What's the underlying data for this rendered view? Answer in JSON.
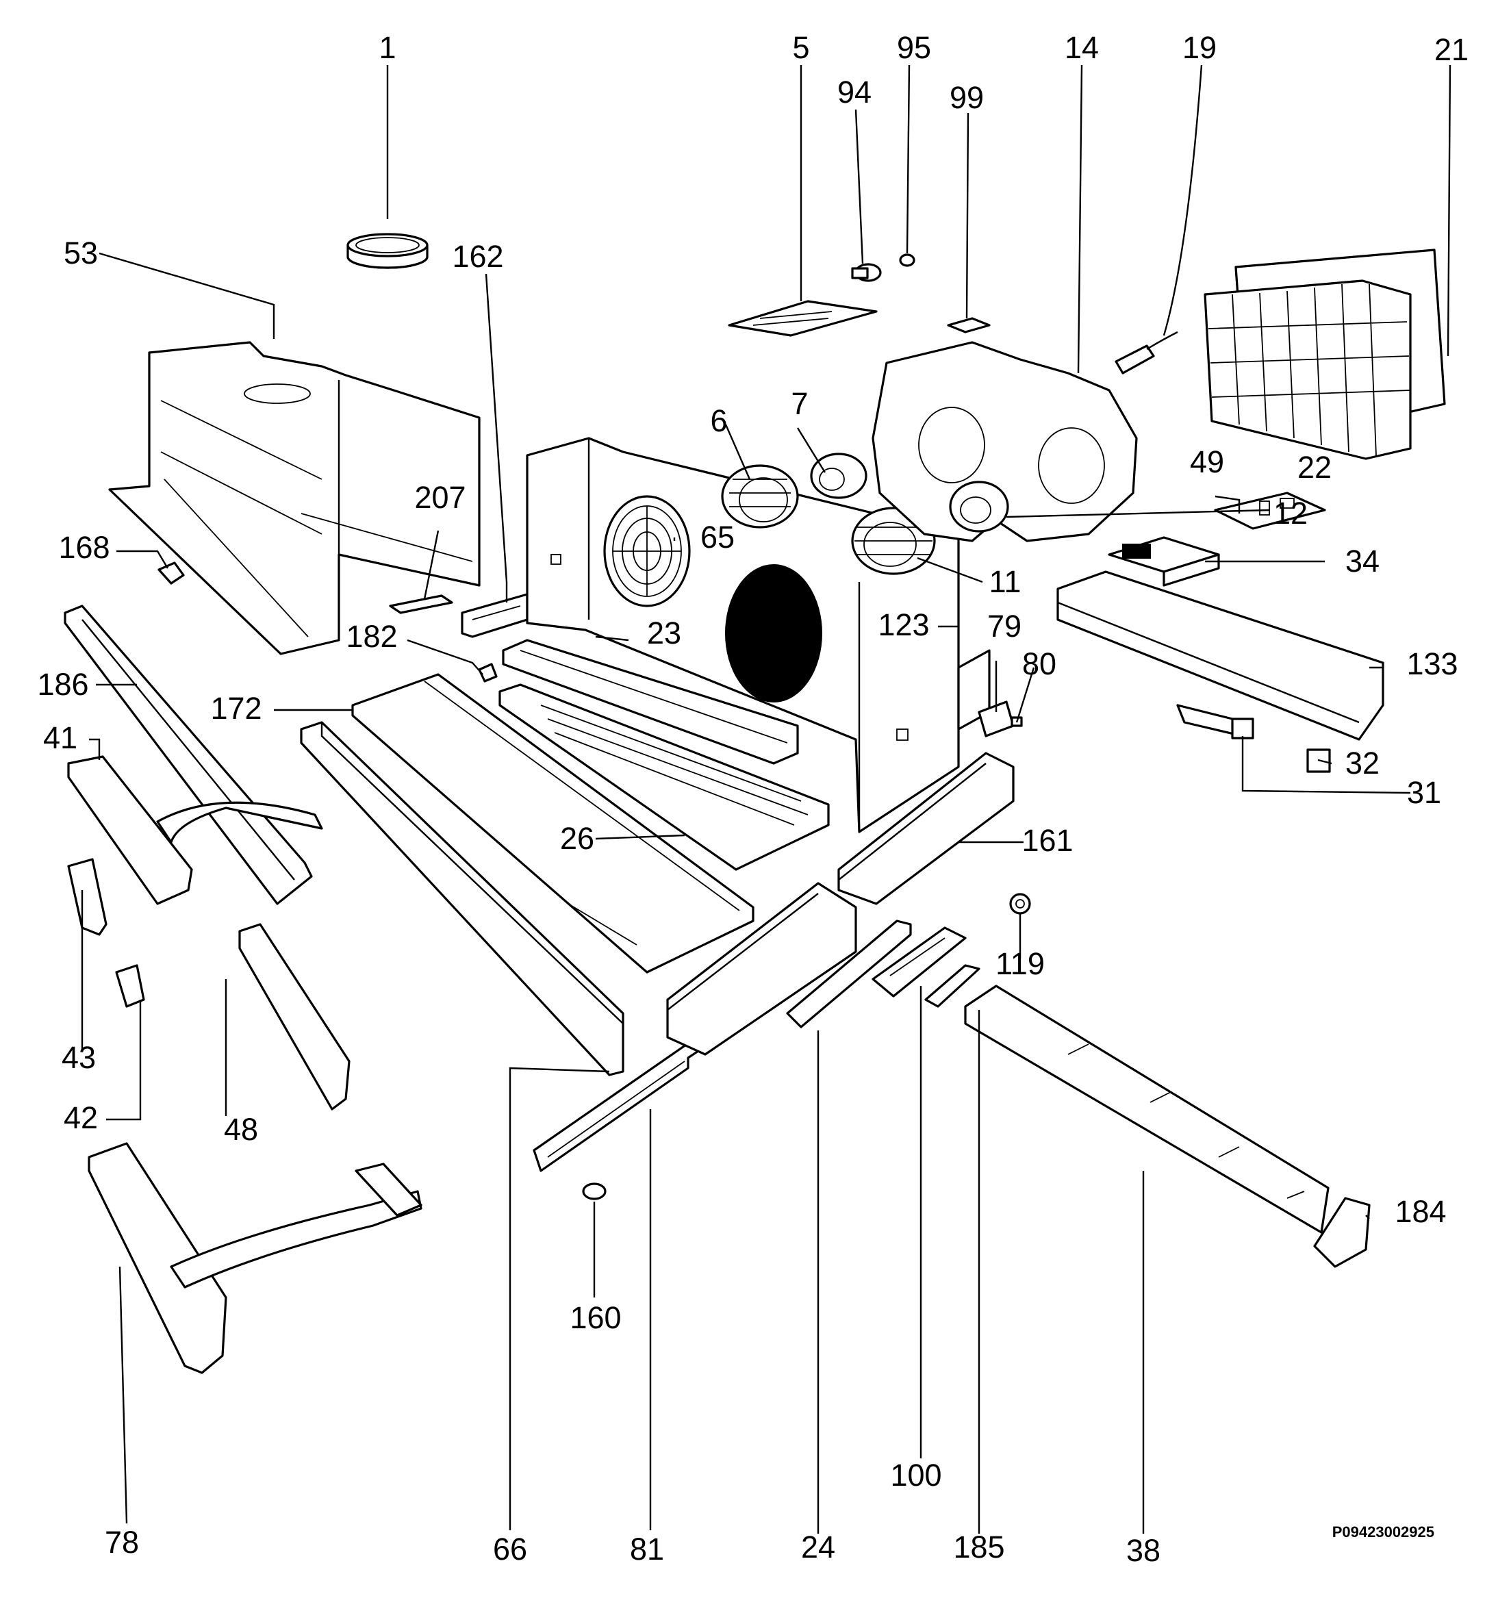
{
  "diagram": {
    "document_id": "P09423002925",
    "callouts": {
      "c1": "1",
      "c5": "5",
      "c94": "94",
      "c95": "95",
      "c99": "99",
      "c14": "14",
      "c19": "19",
      "c21": "21",
      "c53": "53",
      "c162": "162",
      "c6": "6",
      "c7": "7",
      "c207": "207",
      "c65": "65",
      "c12": "12",
      "c22": "22",
      "c49": "49",
      "c168": "168",
      "c11": "11",
      "c34": "34",
      "c182": "182",
      "c23": "23",
      "c123": "123",
      "c79": "79",
      "c80": "80",
      "c133": "133",
      "c186": "186",
      "c172": "172",
      "c41": "41",
      "c32": "32",
      "c31": "31",
      "c26": "26",
      "c161": "161",
      "c119": "119",
      "c43": "43",
      "c42": "42",
      "c48": "48",
      "c184": "184",
      "c160": "160",
      "c100": "100",
      "c78": "78",
      "c66": "66",
      "c81": "81",
      "c24": "24",
      "c185": "185",
      "c38": "38"
    }
  }
}
